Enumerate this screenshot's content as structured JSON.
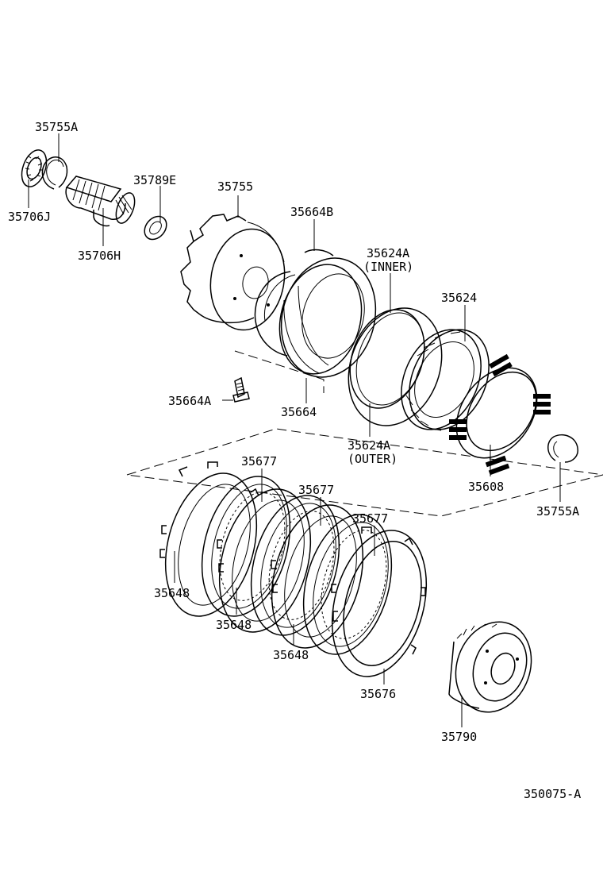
{
  "diagram": {
    "labels": {
      "p35755A_top": "35755A",
      "p35706J": "35706J",
      "p35706H": "35706H",
      "p35789E": "35789E",
      "p35755": "35755",
      "p35664B": "35664B",
      "p35624A_inner": "35624A",
      "p35624A_inner_note": "(INNER)",
      "p35624": "35624",
      "p35664A": "35664A",
      "p35664": "35664",
      "p35624A_outer": "35624A",
      "p35624A_outer_note": "(OUTER)",
      "p35608": "35608",
      "p35755A_right": "35755A",
      "p35677_a": "35677",
      "p35677_b": "35677",
      "p35677_c": "35677",
      "p35648_a": "35648",
      "p35648_b": "35648",
      "p35648_c": "35648",
      "p35676": "35676",
      "p35790": "35790",
      "diagram_code": "350075-A"
    }
  }
}
